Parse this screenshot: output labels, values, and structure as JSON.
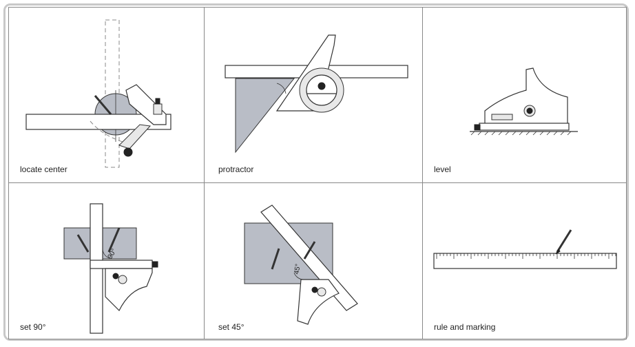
{
  "panels": [
    {
      "id": "locate-center",
      "caption": "locate center"
    },
    {
      "id": "protractor",
      "caption": "protractor"
    },
    {
      "id": "level",
      "caption": "level"
    },
    {
      "id": "set-90",
      "caption": "set 90°",
      "angle_label": "90°"
    },
    {
      "id": "set-45",
      "caption": "set 45°",
      "angle_label": "45°"
    },
    {
      "id": "rule-and-marking",
      "caption": "rule and marking"
    }
  ]
}
